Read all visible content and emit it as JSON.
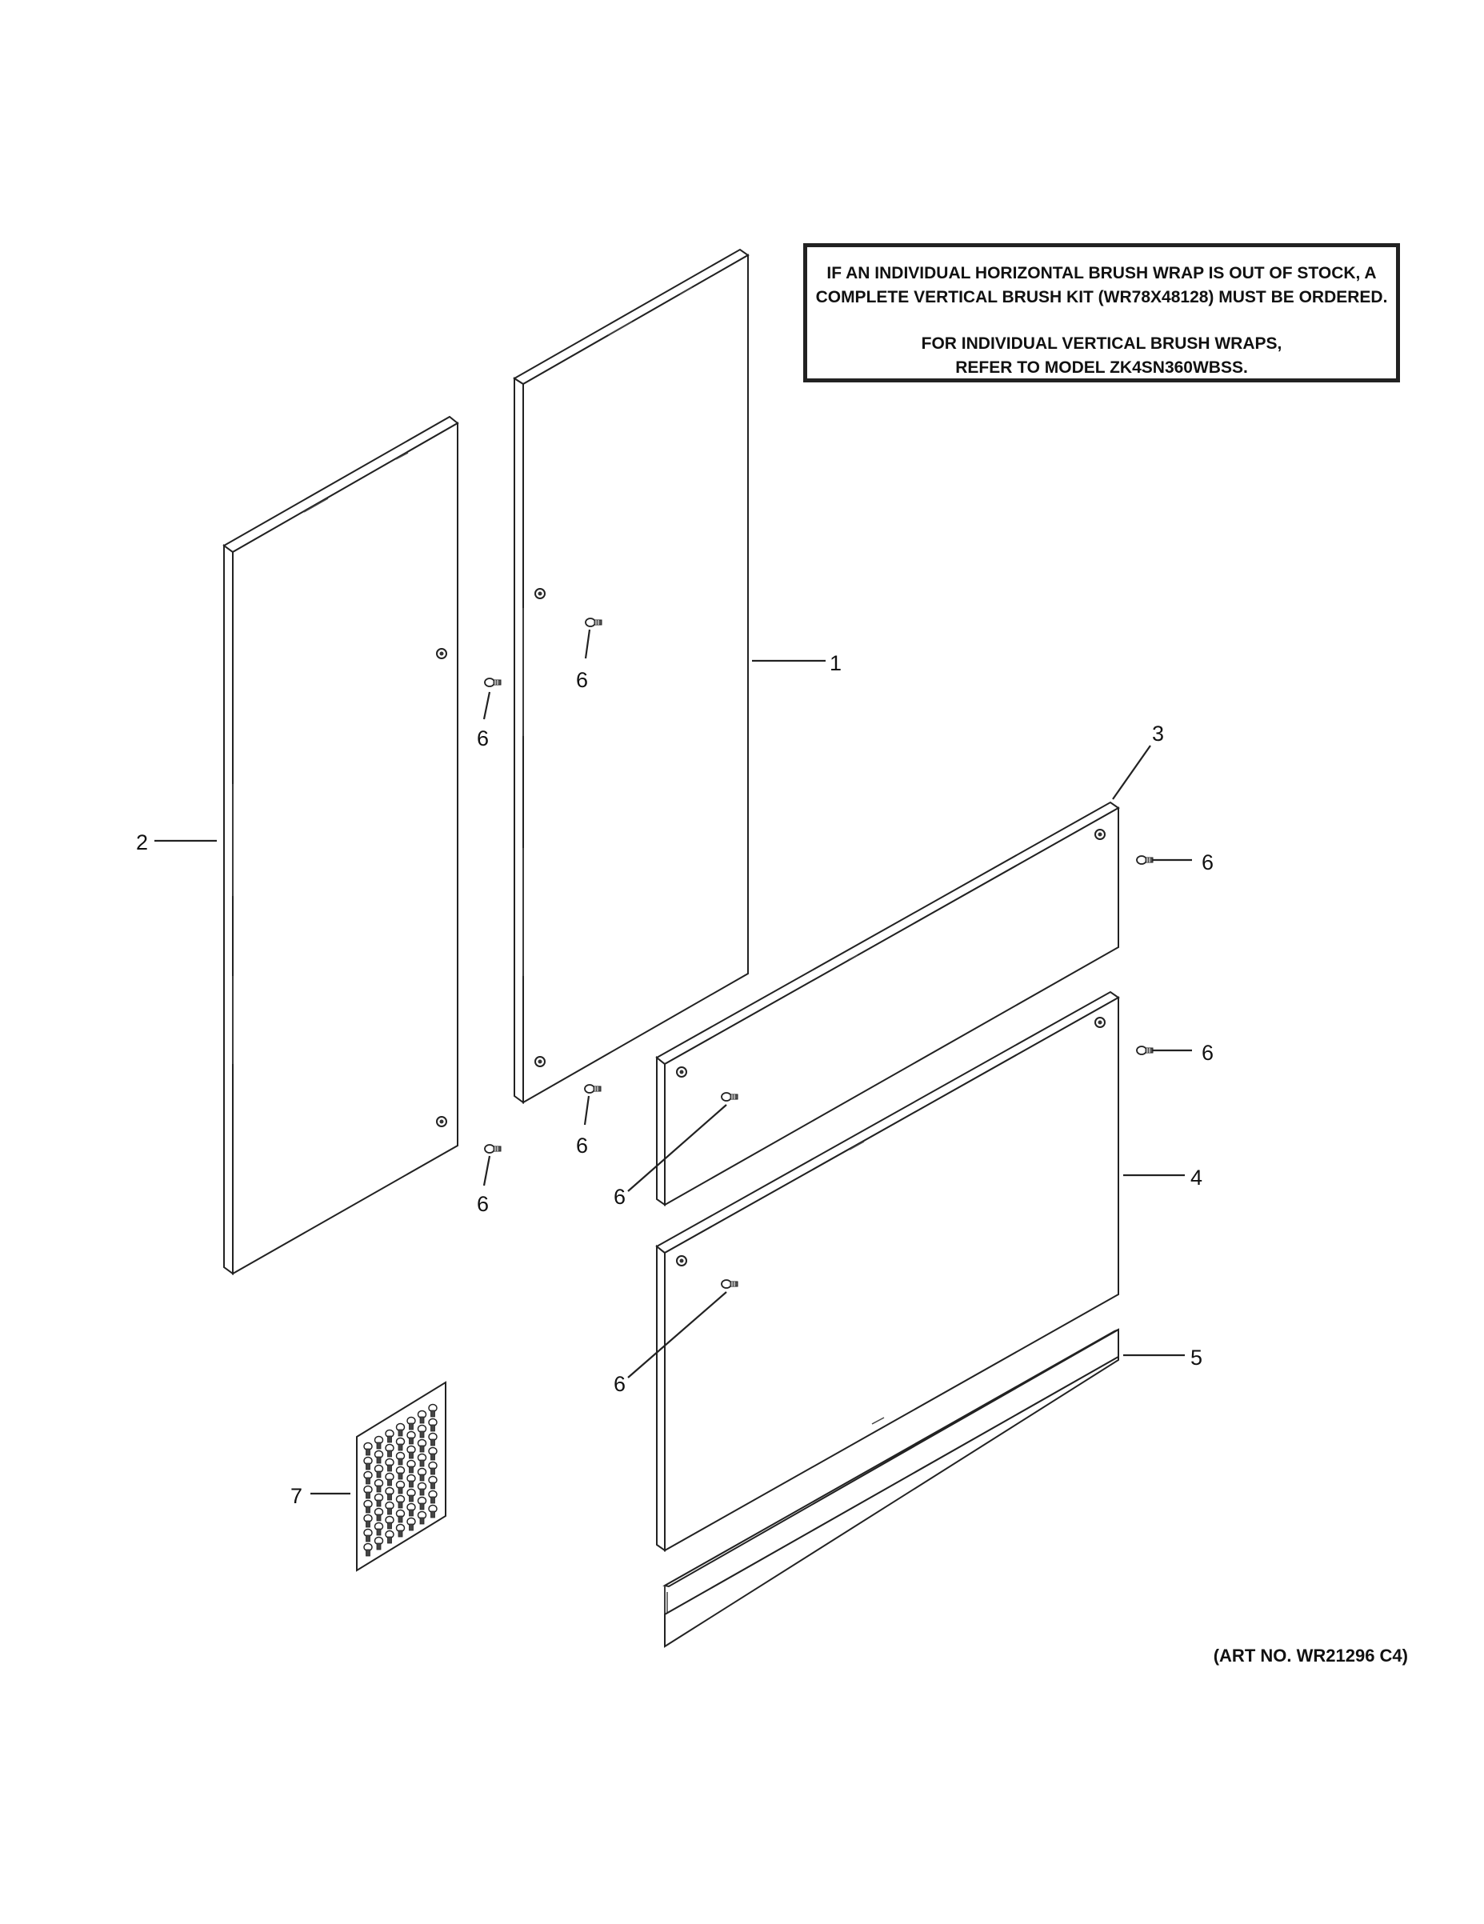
{
  "notice": {
    "line1": "IF AN INDIVIDUAL HORIZONTAL BRUSH WRAP IS OUT OF STOCK, A",
    "line2": "COMPLETE VERTICAL BRUSH KIT (WR78X48128) MUST BE ORDERED.",
    "line3": "FOR INDIVIDUAL VERTICAL BRUSH WRAPS,",
    "line4": "REFER TO MODEL ZK4SN360WBSS."
  },
  "callouts": {
    "part1": "1",
    "part2": "2",
    "part3": "3",
    "part4": "4",
    "part5": "5",
    "part6": "6",
    "part7": "7"
  },
  "art_number": "(ART NO. WR21296 C4)"
}
